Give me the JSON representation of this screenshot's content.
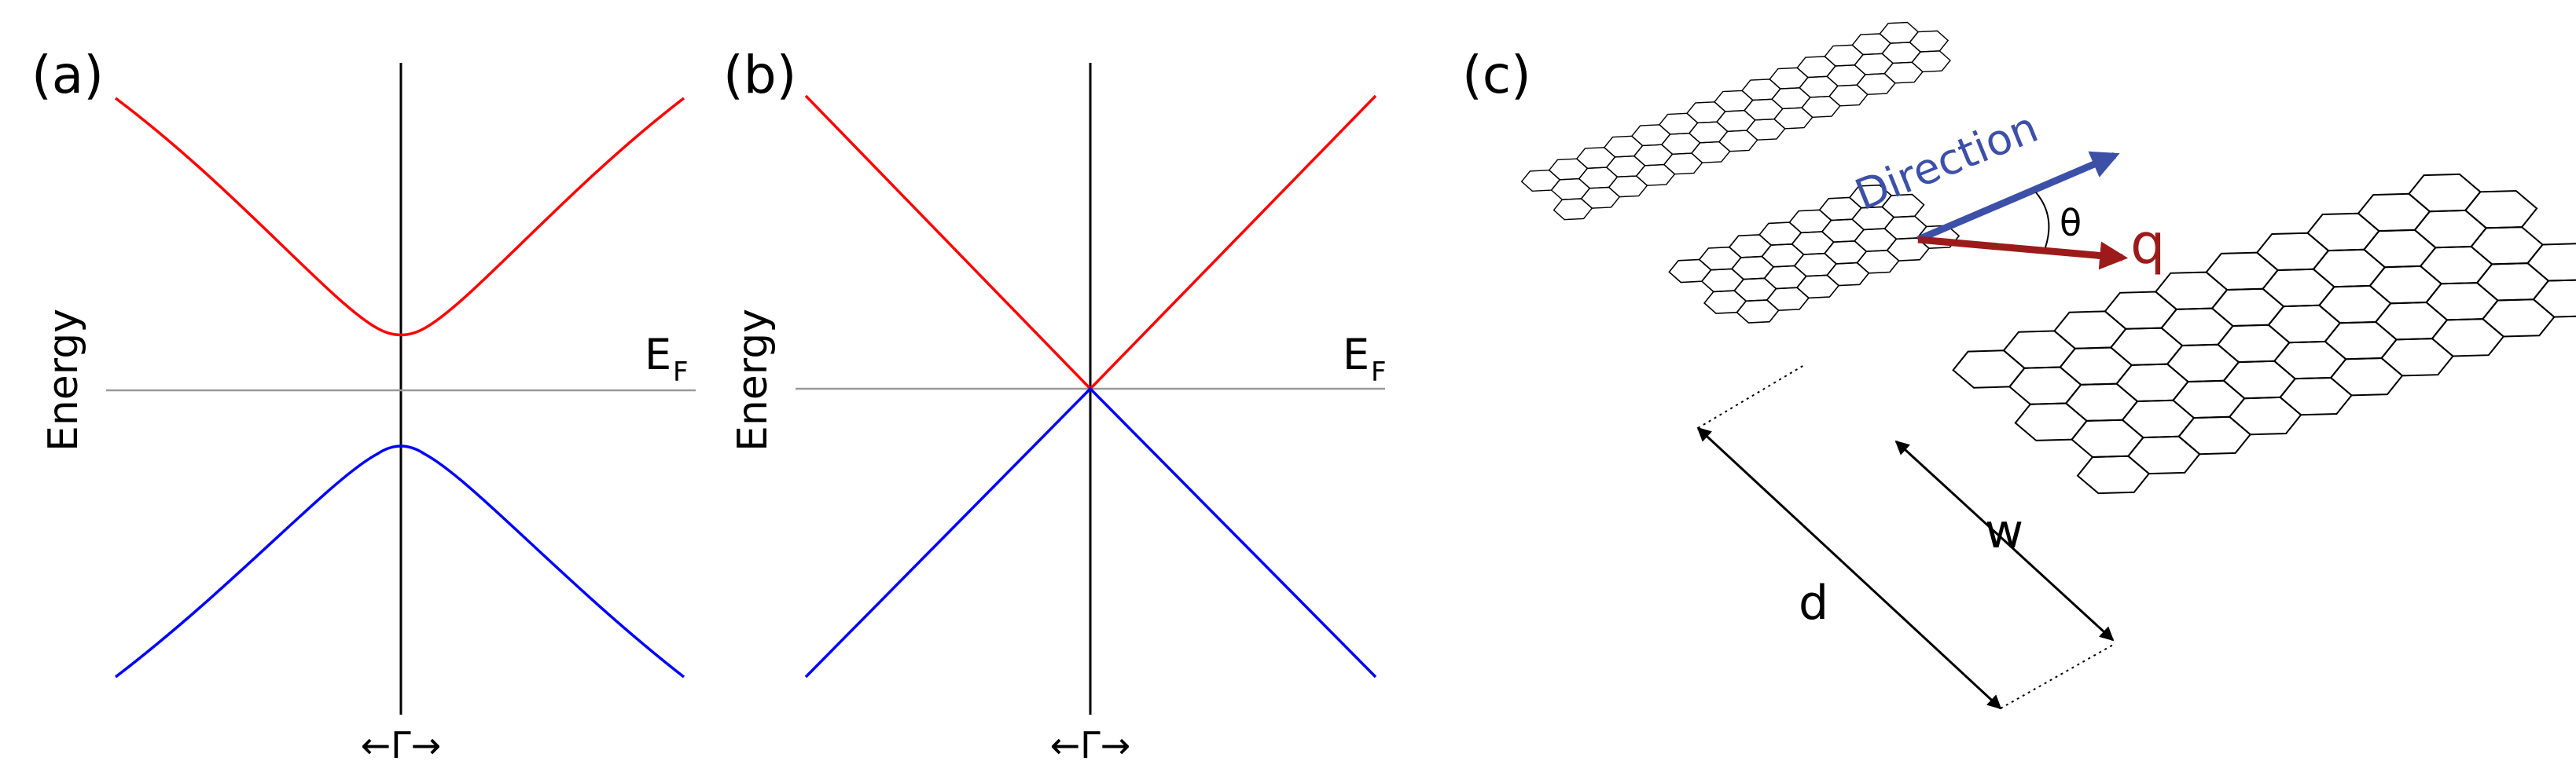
{
  "panels": {
    "a": {
      "label": "(a)",
      "ylabel": "Energy",
      "fermi_label": "E",
      "fermi_subscript": "F",
      "gamma_label": "←Γ→",
      "band_style": "gapped",
      "conduction_color": "#ff0000",
      "valence_color": "#0000ff"
    },
    "b": {
      "label": "(b)",
      "ylabel": "Energy",
      "fermi_label": "E",
      "fermi_subscript": "F",
      "gamma_label": "←Γ→",
      "band_style": "linear-crossing",
      "conduction_color": "#ff0000",
      "valence_color": "#0000ff"
    },
    "c": {
      "label": "(c)",
      "direction_label": "Direction",
      "angle_label": "θ",
      "q_label": "q",
      "d_label": "d",
      "w_label": "w",
      "direction_color": "#3d50a8",
      "q_color": "#9b1b1b",
      "lattice_color": "#000000"
    }
  }
}
